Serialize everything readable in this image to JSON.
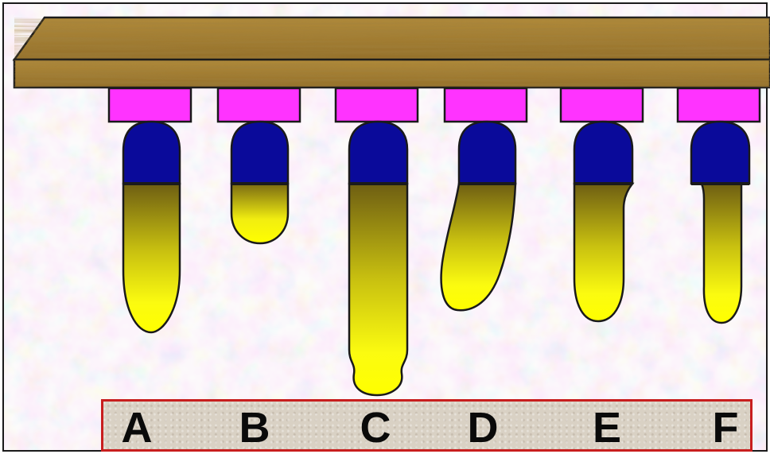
{
  "labels": [
    "A",
    "B",
    "C",
    "D",
    "E",
    "F"
  ],
  "colors": {
    "shelf": "#a0782c",
    "clamp": "#ff33ff",
    "cap": "#0a0a9a",
    "drop_top": "#7a6a10",
    "drop_bottom": "#ffff00",
    "label_border": "#c81e1e"
  }
}
